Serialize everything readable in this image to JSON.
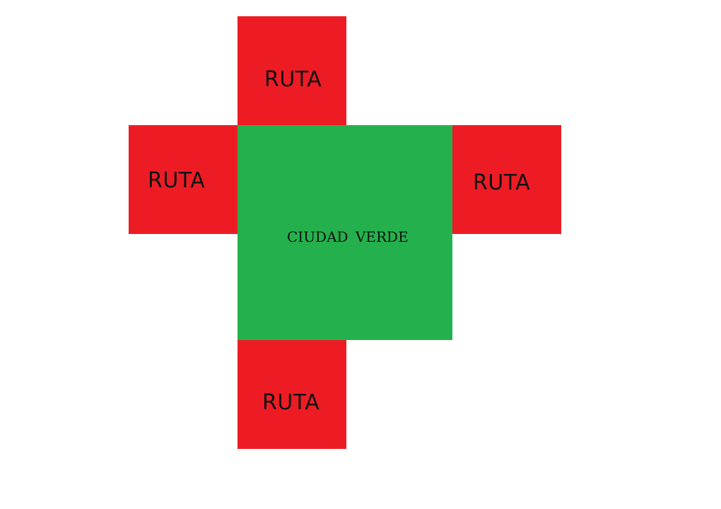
{
  "diagram": {
    "center": {
      "label": "CIUDAD  VERDE",
      "color": "#24b14d"
    },
    "routes": [
      {
        "position": "top",
        "label": "RUTA",
        "color": "#ed1c24"
      },
      {
        "position": "left",
        "label": "RUTA",
        "color": "#ed1c24"
      },
      {
        "position": "right",
        "label": "RUTA",
        "color": "#ed1c24"
      },
      {
        "position": "bottom",
        "label": "RUTA",
        "color": "#ed1c24"
      }
    ]
  }
}
